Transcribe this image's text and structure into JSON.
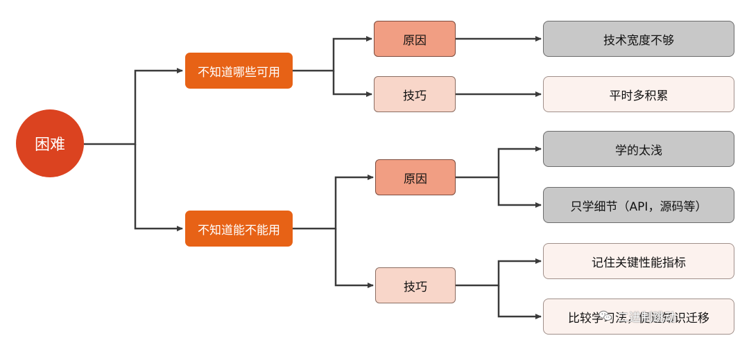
{
  "root": {
    "label": "困难"
  },
  "branches": [
    {
      "label": "不知道哪些可用",
      "cause": {
        "label": "原因",
        "leaves": [
          "技术宽度不够"
        ]
      },
      "tip": {
        "label": "技巧",
        "leaves": [
          "平时多积累"
        ]
      }
    },
    {
      "label": "不知道能不能用",
      "cause": {
        "label": "原因",
        "leaves": [
          "学的太浅",
          "只学细节（API，源码等）"
        ]
      },
      "tip": {
        "label": "技巧",
        "leaves": [
          "记住关键性能指标",
          "比较学习法，促进知识迁移"
        ]
      }
    }
  ],
  "watermark": {
    "text": "二进制跳动",
    "icon": "wechat-icon"
  },
  "colors": {
    "root": "#db4320",
    "branch": "#e76216",
    "cause": "#f19e83",
    "tip": "#f8d6c9",
    "leaf_gray": "#c8c8c8",
    "leaf_light": "#fcf2ee",
    "connector": "#3a3a3a"
  }
}
